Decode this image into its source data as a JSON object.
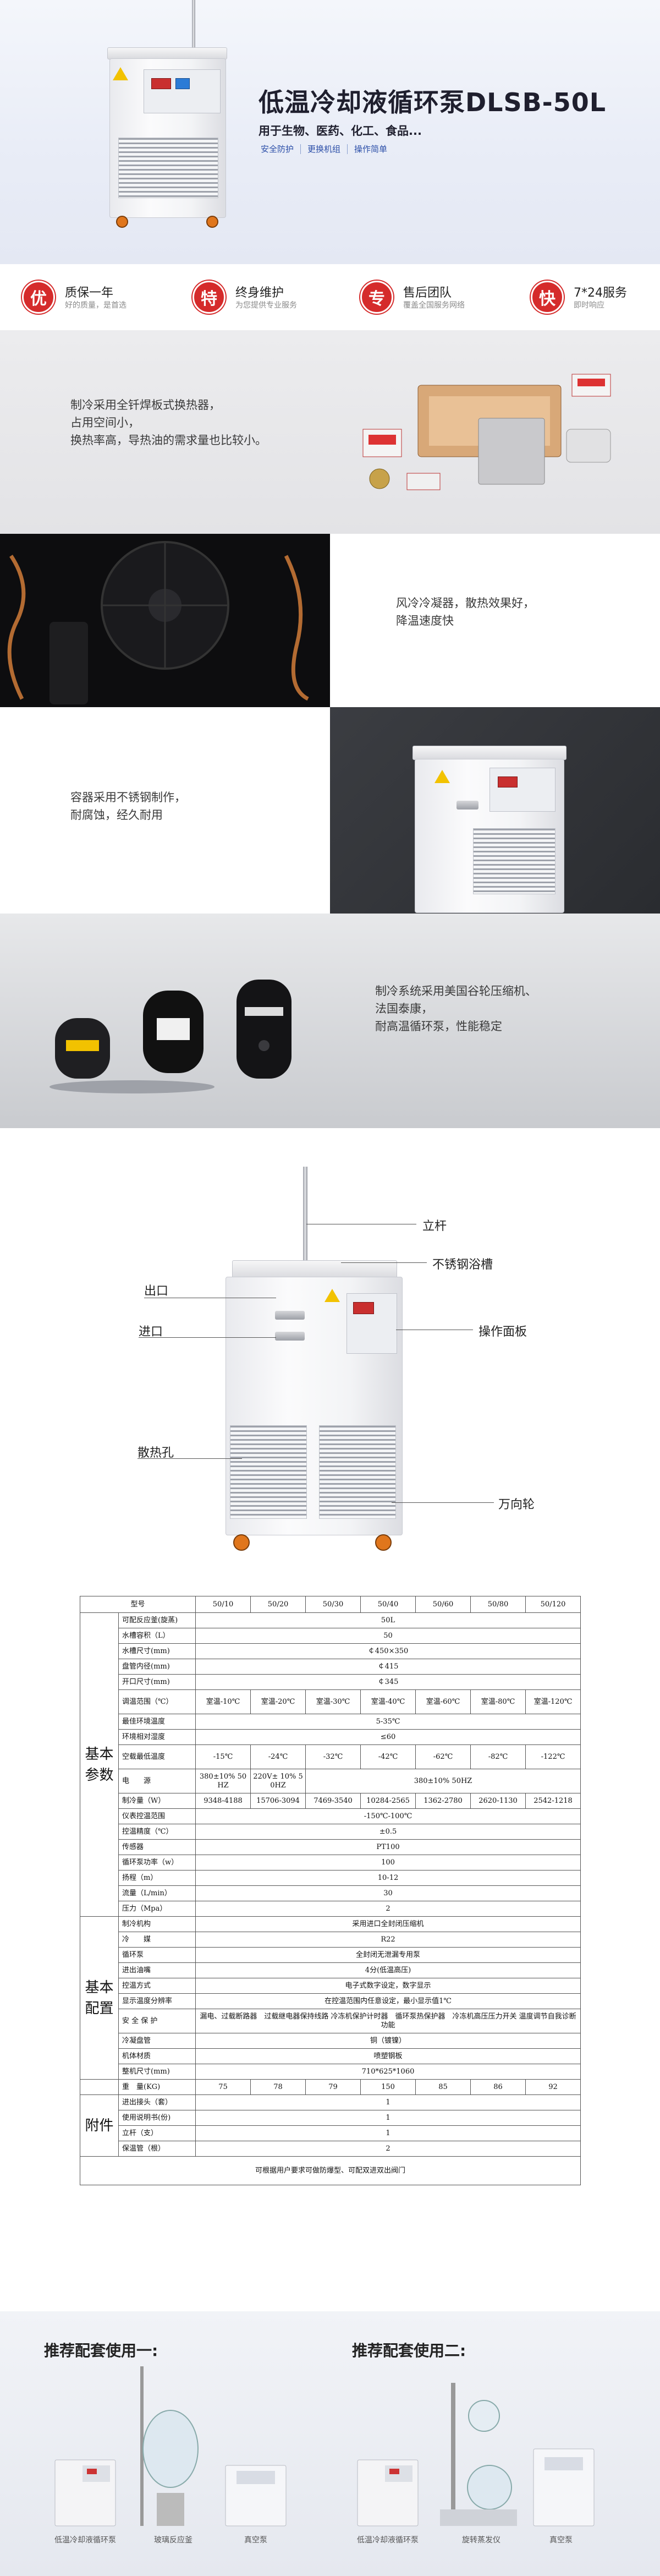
{
  "hero": {
    "title": "低温冷却液循环泵DLSB-50L",
    "subtitle": "用于生物、医药、化工、食品...",
    "tags": [
      "安全防护",
      "更换机组",
      "操作简单"
    ]
  },
  "services": [
    {
      "badge": "优",
      "title": "质保一年",
      "desc": "好的质量，是首选"
    },
    {
      "badge": "特",
      "title": "终身维护",
      "desc": "为您提供专业服务"
    },
    {
      "badge": "专",
      "title": "售后团队",
      "desc": "覆盖全国服务网络"
    },
    {
      "badge": "快",
      "title": "7*24服务",
      "desc": "即时响应"
    }
  ],
  "features": {
    "f1": [
      "制冷采用全钎焊板式换热器，",
      "占用空间小，",
      "换热率高，导热油的需求量也比较小。"
    ],
    "f2": [
      "风冷冷凝器，散热效果好，",
      "降温速度快"
    ],
    "f3": [
      "容器采用不锈钢制作，",
      "耐腐蚀，经久耐用"
    ],
    "f4": [
      "制冷系统采用美国谷轮压缩机、",
      "法国泰康，",
      "耐高温循环泵，性能稳定"
    ]
  },
  "diagram": {
    "labels": {
      "rod": "立杆",
      "tank": "不锈钢浴槽",
      "outlet": "出口",
      "inlet": "进口",
      "panel": "操作面板",
      "vent": "散热孔",
      "wheel": "万向轮"
    }
  },
  "specs": {
    "header": [
      "型号",
      "50/10",
      "50/20",
      "50/30",
      "50/40",
      "50/60",
      "50/80",
      "50/120"
    ],
    "groups": {
      "basic": "基本参数",
      "config": "基本配置",
      "accessory": "附件"
    },
    "rows": {
      "capacity": {
        "label": "可配反应釜(旋蒸)",
        "value": "50L"
      },
      "volume": {
        "label": "水槽容积（L）",
        "value": "50"
      },
      "size": {
        "label": "水槽尺寸(mm)",
        "value": "￠450×350"
      },
      "dia": {
        "label": "盘管内径(mm)",
        "value": "￠415"
      },
      "opening": {
        "label": "开口尺寸(mm)",
        "value": "￠345"
      },
      "range": {
        "label": "调温范围（℃）",
        "values": [
          "室温-10℃",
          "室温-20℃",
          "室温-30℃",
          "室温-40℃",
          "室温-60℃",
          "室温-80℃",
          "室温-120℃"
        ]
      },
      "ambient": {
        "label": "最佳环境温度",
        "value": "5-35℃"
      },
      "humidity": {
        "label": "环境相对湿度",
        "value": "≤60"
      },
      "noload": {
        "label": "空载最低温度",
        "values": [
          "-15℃",
          "-24℃",
          "-32℃",
          "-42℃",
          "-62℃",
          "-82℃",
          "-122℃"
        ]
      },
      "power": {
        "label": "电　　源",
        "values": [
          "380±10% 50HZ",
          "220V± 10% 50HZ"
        ],
        "merged": "380±10% 50HZ"
      },
      "cooling": {
        "label": "制冷量（W）",
        "values": [
          "9348-4188",
          "15706-3094",
          "7469-3540",
          "10284-2565",
          "1362-2780",
          "2620-1130",
          "2542-1218"
        ]
      },
      "display": {
        "label": "仪表控温范围",
        "value": "-150℃-100℃"
      },
      "precision": {
        "label": "控温精度（℃）",
        "value": "±0.5"
      },
      "sensor": {
        "label": "传感器",
        "value": "PT100"
      },
      "pump": {
        "label": "循环泵功率（w）",
        "value": "100"
      },
      "lift": {
        "label": "扬程（m）",
        "value": "10-12"
      },
      "flow": {
        "label": "流量（L/min）",
        "value": "30"
      },
      "pressure": {
        "label": "压力（Mpa）",
        "value": "2"
      },
      "compressor": {
        "label": "制冷机构",
        "value": "采用进口全封闭压缩机"
      },
      "refrigerant": {
        "label": "冷　　媒",
        "value": "R22"
      },
      "circpump": {
        "label": "循环泵",
        "value": "全封闭无泄漏专用泵"
      },
      "pipe": {
        "label": "进出油嘴",
        "value": "4分(低温高压)"
      },
      "control": {
        "label": "控温方式",
        "value": "电子式数字设定，数字显示"
      },
      "resolution": {
        "label": "显示温度分辨率",
        "value": "在控温范围内任意设定，最小显示值1℃"
      },
      "safety": {
        "label": "安 全 保 护",
        "value": "漏电、过载断路器　过载继电器保持线路 冷冻机保护计时器　循环泵热保护器　冷冻机高压压力开关 温度调节自我诊断功能"
      },
      "evaporator": {
        "label": "冷凝盘管",
        "value": "铜（镀镍）"
      },
      "housing": {
        "label": "机体材质",
        "value": "喷塑钢板"
      },
      "dimension": {
        "label": "整机尺寸(mm)",
        "value": "710*625*1060"
      },
      "weight": {
        "label": "重　量(KG)",
        "values": [
          "75",
          "78",
          "79",
          "150",
          "85",
          "86",
          "92"
        ]
      },
      "acc1": {
        "label": "进出接头（套）",
        "value": "1"
      },
      "acc2": {
        "label": "使用说明书(份)",
        "value": "1"
      },
      "acc3": {
        "label": "立杆（支）",
        "value": "1"
      },
      "acc4": {
        "label": "保温管（根）",
        "value": "2"
      },
      "note": "可根据用户要求可做防爆型、可配双进双出阀门"
    }
  },
  "recommend": {
    "one": {
      "title": "推荐配套使用一:",
      "items": [
        "低温冷却液循环泵",
        "玻璃反应釜",
        "真空泵"
      ]
    },
    "two": {
      "title": "推荐配套使用二:",
      "items": [
        "低温冷却液循环泵",
        "旋转蒸发仪",
        "真空泵"
      ]
    }
  },
  "colors": {
    "accent": "#d52b2b",
    "tagBlue": "#2b4ea8",
    "darkSection": "#111111",
    "grayBand": "#c9cbcf"
  }
}
